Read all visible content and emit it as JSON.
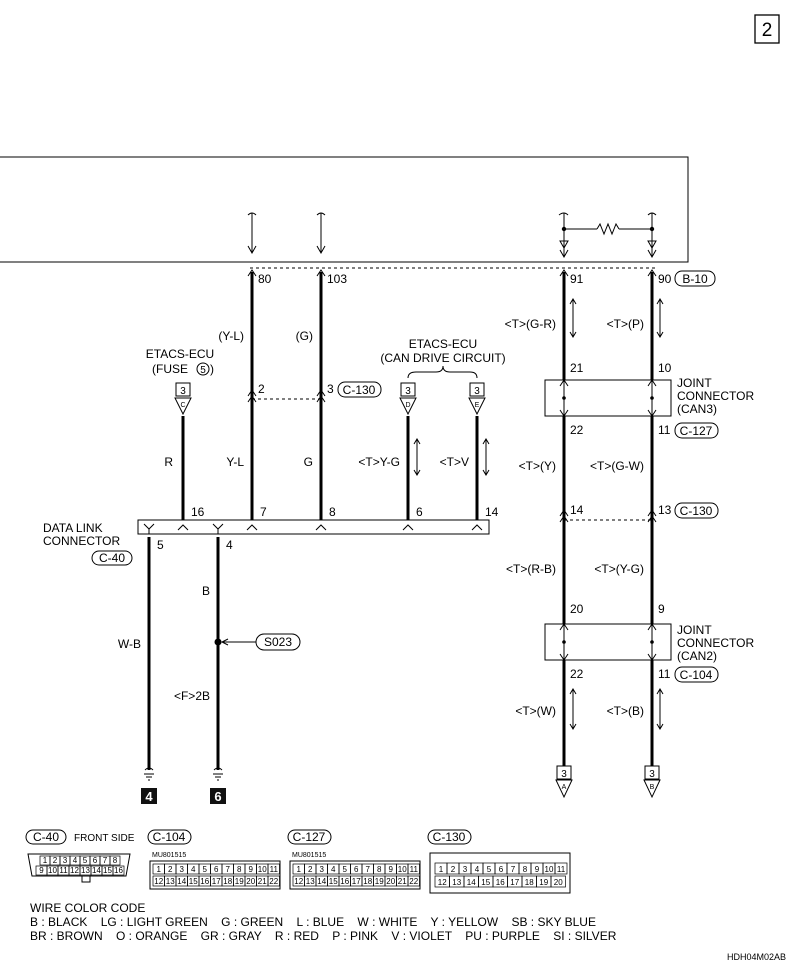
{
  "page_number": "2",
  "module_box": {
    "pins": [
      "80",
      "103",
      "91",
      "90"
    ],
    "connector": "B-10"
  },
  "etacs_fuse": {
    "line1": "ETACS-ECU",
    "line2": "(FUSE",
    "fuse_no": "5",
    "line2_end": ")",
    "page_ref": "3",
    "ref_letter": "C"
  },
  "etacs_can": {
    "line1": "ETACS-ECU",
    "line2": "(CAN DRIVE CIRCUIT)",
    "refs": [
      {
        "page": "3",
        "letter": "D"
      },
      {
        "page": "3",
        "letter": "E"
      }
    ]
  },
  "wires": {
    "w80_color": "(Y-L)",
    "w103_color": "(G)",
    "w91_color": "<T>(G-R)",
    "w90_color": "<T>(P)",
    "fuse_wire": "R",
    "w7": "Y-L",
    "w8": "G",
    "w6": "<T>Y-G",
    "w14": "<T>V",
    "can3_out_left": "<T>(Y)",
    "can3_out_right": "<T>(G-W)",
    "can2_in_left": "<T>(R-B)",
    "can2_in_right": "<T>(Y-G)",
    "can2_out_left": "<T>(W)",
    "can2_out_right": "<T>(B)",
    "w5": "W-B",
    "w4a": "B",
    "w4b": "<F>2B"
  },
  "c130_pins": {
    "left": "2",
    "right": "3",
    "connector": "C-130"
  },
  "can3": {
    "top_left": "21",
    "top_right": "10",
    "bot_left": "22",
    "bot_right": "11",
    "label1": "JOINT",
    "label2": "CONNECTOR",
    "label3": "(CAN3)",
    "connector": "C-127"
  },
  "can_mid": {
    "left": "14",
    "right": "13",
    "connector": "C-130"
  },
  "can2": {
    "top_left": "20",
    "top_right": "9",
    "bot_left": "22",
    "bot_right": "11",
    "label1": "JOINT",
    "label2": "CONNECTOR",
    "label3": "(CAN2)",
    "connector": "C-104"
  },
  "dlc": {
    "line1": "DATA LINK",
    "line2": "CONNECTOR",
    "connector": "C-40",
    "pins": [
      "5",
      "4",
      "16",
      "7",
      "8",
      "6",
      "14"
    ]
  },
  "splice": "S023",
  "grounds": [
    "4",
    "6"
  ],
  "bottom_refs": [
    {
      "page": "3",
      "letter": "A"
    },
    {
      "page": "3",
      "letter": "B"
    }
  ],
  "connector_views": {
    "c40": {
      "name": "C-40",
      "side": "FRONT SIDE",
      "row1": [
        "1",
        "2",
        "3",
        "4",
        "5",
        "6",
        "7",
        "8"
      ],
      "row2": [
        "9",
        "10",
        "11",
        "12",
        "13",
        "14",
        "15",
        "16"
      ]
    },
    "c104": {
      "name": "C-104",
      "part": "MU801515"
    },
    "c127": {
      "name": "C-127",
      "part": "MU801515"
    },
    "c130": {
      "name": "C-130"
    },
    "row_a": [
      "1",
      "2",
      "3",
      "4",
      "5",
      "6",
      "7",
      "8",
      "9",
      "10",
      "11"
    ],
    "row_b": [
      "12",
      "13",
      "14",
      "15",
      "16",
      "17",
      "18",
      "19",
      "20",
      "21",
      "22"
    ],
    "c130_row_a": [
      "1",
      "2",
      "3",
      "4",
      "5",
      "6",
      "7",
      "8",
      "9",
      "10",
      "11"
    ],
    "c130_row_b": [
      "12",
      "13",
      "14",
      "15",
      "16",
      "17",
      "18",
      "19",
      "20"
    ]
  },
  "legend": {
    "title": "WIRE COLOR CODE",
    "line1": "B : BLACK    LG : LIGHT GREEN    G : GREEN    L : BLUE    W : WHITE    Y : YELLOW    SB : SKY BLUE",
    "line2": "BR : BROWN    O : ORANGE    GR : GRAY    R : RED    P : PINK    V : VIOLET    PU : PURPLE    SI : SILVER"
  },
  "figure_code": "HDH04M02AB"
}
